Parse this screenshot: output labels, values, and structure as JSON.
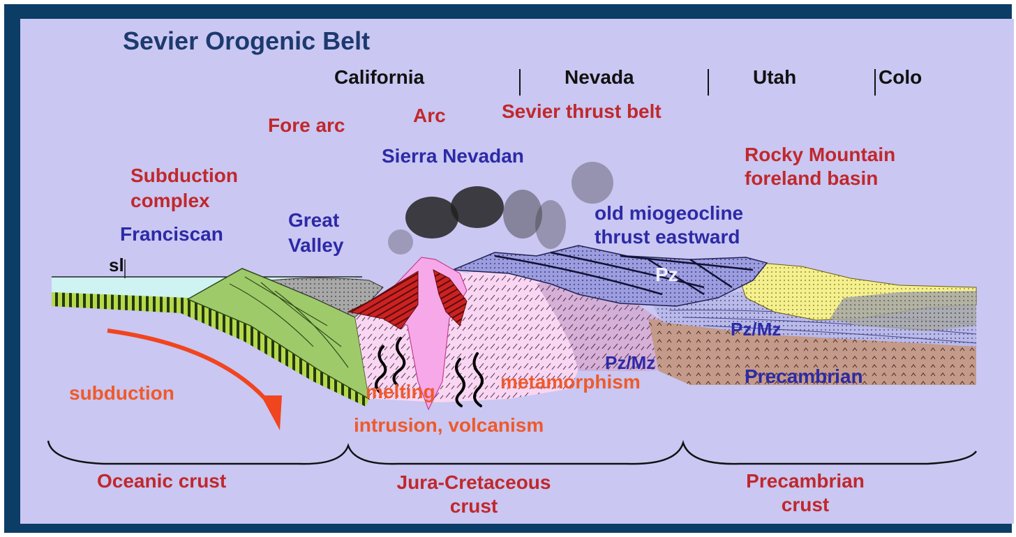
{
  "title": "Sevier Orogenic Belt",
  "states": [
    "California",
    "Nevada",
    "Utah",
    "Colo"
  ],
  "labels": {
    "fore_arc": "Fore arc",
    "arc": "Arc",
    "sevier_thrust_belt": "Sevier thrust belt",
    "sierra_nevadan": "Sierra Nevadan",
    "rocky_mountain": "Rocky Mountain",
    "foreland_basin": "foreland basin",
    "subduction": "Subduction",
    "complex": "complex",
    "franciscan": "Franciscan",
    "great": "Great",
    "valley": "Valley",
    "old_miogeocline": "old miogeocline",
    "thrust_eastward": "thrust eastward",
    "sl": "sl",
    "pz": "Pz",
    "pz_mz_east": "Pz/Mz",
    "pz_mz_center": "Pz/Mz",
    "precambrian_layer": "Precambrian",
    "subduction_arrow": "subduction",
    "melting": "melting",
    "metamorphism": "metamorphism",
    "intrusion_volcanism": "intrusion, volcanism"
  },
  "crust": {
    "oceanic": "Oceanic crust",
    "jura_cretaceous_1": "Jura-Cretaceous",
    "jura_cretaceous_2": "crust",
    "precambrian_1": "Precambrian",
    "precambrian_2": "crust"
  },
  "colors": {
    "frame": "#0b3d66",
    "panel": "#cac7f2",
    "title": "#1c3a6e",
    "red_label": "#c0282c",
    "blue_label": "#2c2aa6",
    "orange_label": "#ee5a2a",
    "green_wedge": "#9fca6a",
    "pink_intrusion": "#f7a8e8",
    "pluton": "#f9d6f2",
    "thrust_sheet": "#7b7bd8",
    "ocean": "#cff2f2",
    "foreland_yellow": "#f4f08e",
    "precambrian_brown": "#c49a8a"
  }
}
